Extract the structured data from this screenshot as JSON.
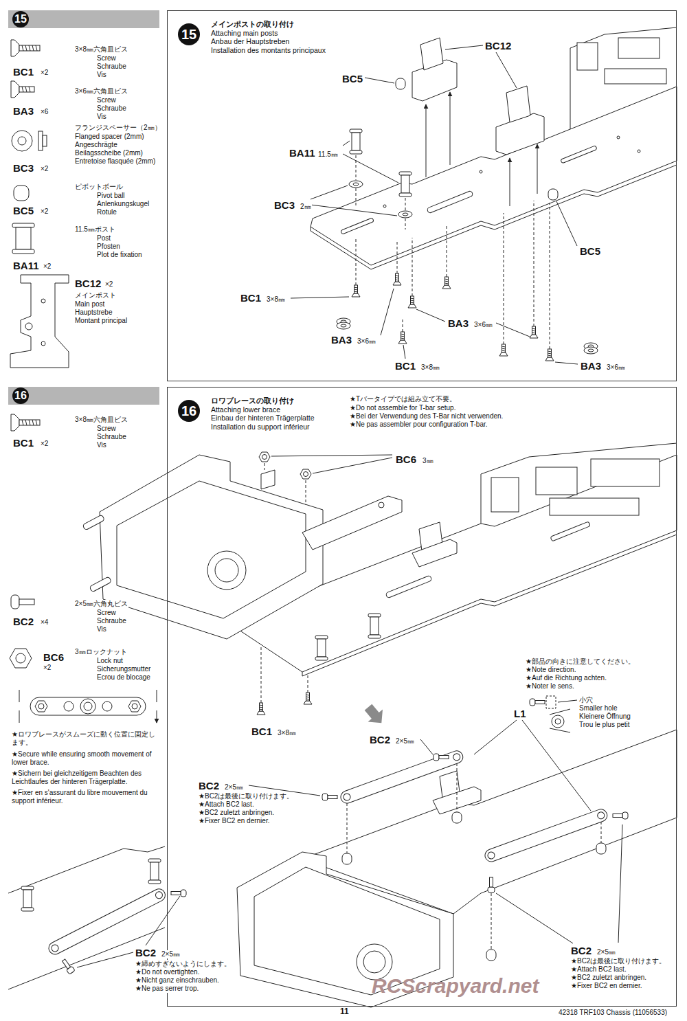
{
  "diagram": {
    "nodes": [
      {
        "text": [
          "15"
        ]
      },
      {
        "text": [
          "15",
          "メインポストの取り付け",
          "Attaching main posts",
          "Anbau der Hauptstreben",
          "Installation des montants principaux"
        ]
      },
      {
        "text": [
          "16"
        ]
      },
      {
        "text": [
          "16",
          "ロワブレースの取り付け",
          "Attaching lower brace",
          "Einbau der hinteren Trägerplatte",
          "Installation du support inférieur"
        ]
      }
    ],
    "labels": [
      "BC1",
      "×2",
      "3×8㎜六角皿ビス",
      "Screw",
      "Schraube",
      "Vis",
      "BA3",
      "×6",
      "3×6㎜六角皿ビス",
      "Screw",
      "Schraube",
      "Vis",
      "BC3",
      "×2",
      "フランジスペーサー（2㎜）",
      "Flanged spacer (2mm)",
      "Angeschrägte",
      "Beilagsscheibe (2mm)",
      "Entretoise flasquée (2mm)",
      "BC5",
      "×2",
      "ピボットボール",
      "Pivot ball",
      "Anlenkungskugel",
      "Rotule",
      "BA11",
      "×2",
      "11.5㎜ポスト",
      "Post",
      "Pfosten",
      "Plot de fixation",
      "BC12",
      "×2",
      "メインポスト",
      "Main post",
      "Hauptstrebe",
      "Montant principal",
      "BC12",
      "BC5",
      "BA11",
      "11.5㎜",
      "BC3",
      "2㎜",
      "BC5",
      "BC1",
      "3×8㎜",
      "BA3",
      "3×6㎜",
      "BA3",
      "3×6㎜",
      "BC1",
      "3×8㎜",
      "BA3",
      "3×6㎜",
      "BC1",
      "×2",
      "3×8㎜六角皿ビス",
      "Screw",
      "Schraube",
      "Vis",
      "BC2",
      "×4",
      "2×5㎜六角丸ビス",
      "Screw",
      "Schraube",
      "Vis",
      "BC6",
      "×2",
      "3㎜ロックナット",
      "Lock nut",
      "Sicherungsmutter",
      "Ecrou de blocage",
      "★ロワブレースがスムーズに動く位置に固定します。",
      "★Secure while ensuring smooth movement of lower brace.",
      "★Sichern bei gleichzeitigem Beachten des Leichtlaufes der hinteren Trägerplatte.",
      "★Fixer en s'assurant du libre mouvement du support inférieur.",
      "BC2",
      "2×5㎜",
      "★締めすぎないようにします。",
      "★Do not overtighten.",
      "★Nicht ganz einschrauben.",
      "★Ne pas serrer trop.",
      "★Tバータイプでは組み立て不要。",
      "★Do not assemble for T-bar setup.",
      "★Bei der Verwendung des T-Bar nicht verwenden.",
      "★Ne pas assembler pour configuration T-bar.",
      "BC6",
      "3㎜",
      "BC1",
      "3×8㎜",
      "★部品の向きに注意してください。",
      "★Note direction.",
      "★Auf die Richtung achten.",
      "★Noter le sens.",
      "小穴",
      "Smaller hole",
      "Kleinere Öffnung",
      "Trou le plus petit",
      "L1",
      "BC2",
      "2×5㎜",
      "BC2",
      "2×5㎜",
      "★BC2は最後に取り付けます。",
      "★Attach BC2 last.",
      "★BC2 zuletzt anbringen.",
      "★Fixer BC2 en dernier.",
      "BC2",
      "2×5㎜",
      "★BC2は最後に取り付けます。",
      "★Attach BC2 last.",
      "★BC2 zuletzt anbringen.",
      "★Fixer BC2 en dernier.",
      "11",
      "42318 TRF103 Chassis (11056533)",
      "RCScrapyard.net"
    ]
  }
}
